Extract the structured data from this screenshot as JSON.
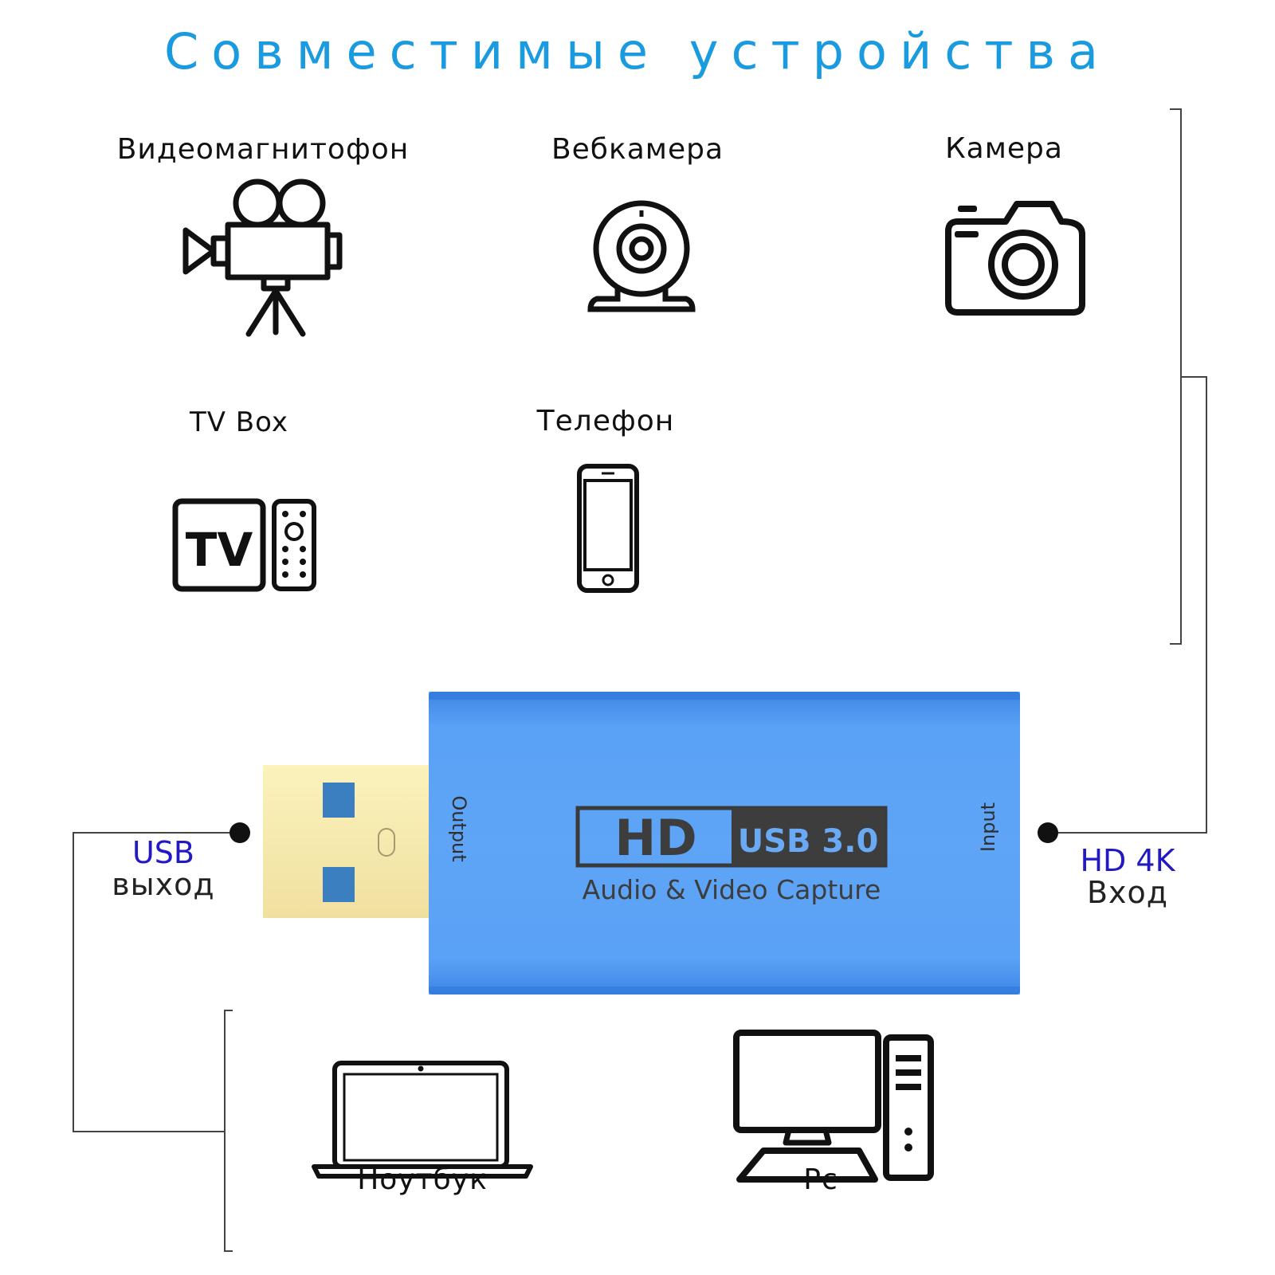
{
  "title": "Совместимые устройства",
  "devices": {
    "vcr": "Видеомагнитофон",
    "webcam": "Вебкамера",
    "camera": "Камера",
    "tvbox": "TV Box",
    "phone": "Телефон",
    "laptop": "Ноутбук",
    "pc": "Pc"
  },
  "tv_icon_text": "TV",
  "dongle": {
    "hd": "HD",
    "usb": "USB 3.0",
    "subtitle": "Audio & Video Capture",
    "output": "Output",
    "input": "Input"
  },
  "left_label": {
    "top": "USB",
    "bottom": "выход"
  },
  "right_label": {
    "top": "HD 4K",
    "bottom": "Вход"
  },
  "colors": {
    "accent": "#1a9be0",
    "label_blue": "#2219c4",
    "dongle_blue": "#4e98f0",
    "usb_gold": "#f7ecae"
  }
}
